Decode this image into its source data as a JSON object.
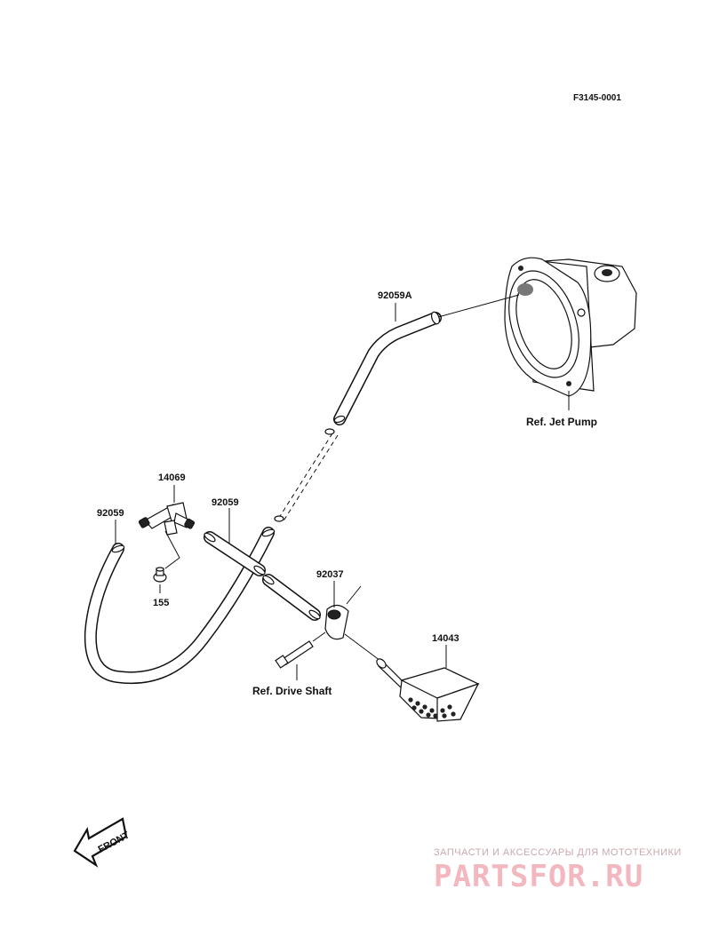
{
  "figure_code": "F3145-0001",
  "labels": {
    "hose_a": "92059A",
    "fitting": "14069",
    "hose_left": "92059",
    "hose_mid": "92059",
    "bolt": "155",
    "clamp": "92037",
    "block": "14043",
    "ref_jet_pump": "Ref. Jet Pump",
    "ref_drive_shaft": "Ref. Drive Shaft"
  },
  "front_arrow": "FRONT",
  "watermark": {
    "tagline": "ЗАПЧАСТИ И АКСЕССУАРЫ ДЛЯ МОТОТЕХНИКИ",
    "brand": "PARTSFOR.RU"
  }
}
